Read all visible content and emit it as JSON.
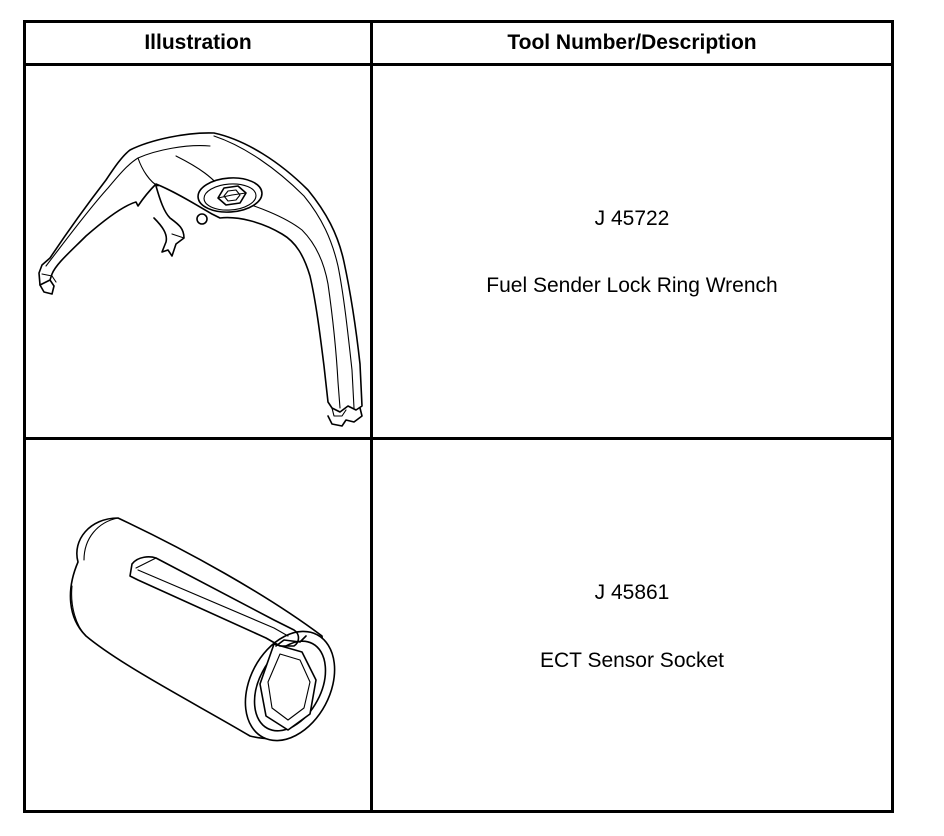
{
  "table": {
    "headers": {
      "illustration": "Illustration",
      "description": "Tool Number/Description"
    },
    "rows": [
      {
        "tool_number": "J 45722",
        "description": "Fuel Sender Lock Ring Wrench",
        "illustration_icon": "lock-ring-wrench-icon"
      },
      {
        "tool_number": "J 45861",
        "description": "ECT Sensor Socket",
        "illustration_icon": "ect-sensor-socket-icon"
      }
    ]
  }
}
